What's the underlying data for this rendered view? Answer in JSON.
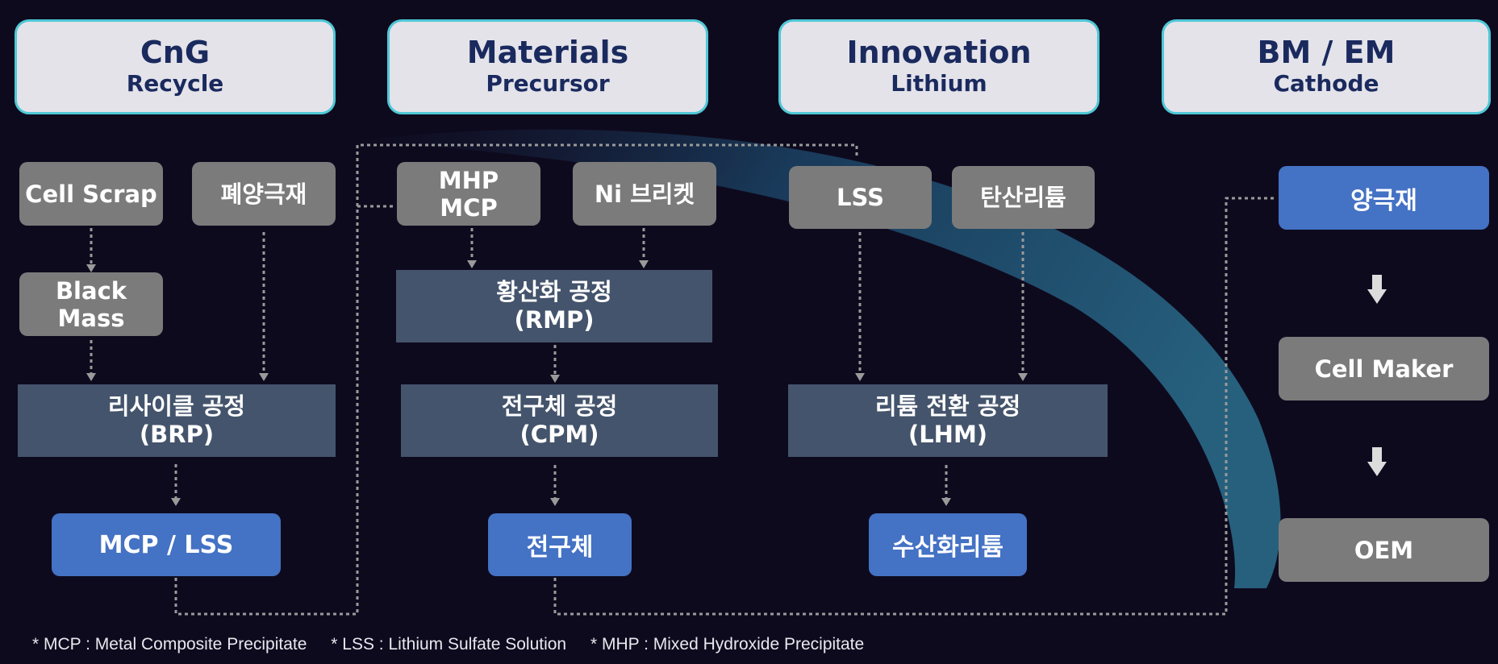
{
  "headers": [
    {
      "title": "CnG",
      "subtitle": "Recycle"
    },
    {
      "title": "Materials",
      "subtitle": "Precursor"
    },
    {
      "title": "Innovation",
      "subtitle": "Lithium"
    },
    {
      "title": "BM / EM",
      "subtitle": "Cathode"
    }
  ],
  "recycle": {
    "cell_scrap": "Cell Scrap",
    "waste_electrode": "폐양극재",
    "black_mass": "Black Mass",
    "process_line1": "리사이클 공정",
    "process_line2": "(BRP)",
    "output": "MCP / LSS"
  },
  "precursor": {
    "input1_line1": "MHP",
    "input1_line2": "MCP",
    "input2": "Ni 브리켓",
    "process1_line1": "황산화 공정",
    "process1_line2": "(RMP)",
    "process2_line1": "전구체 공정",
    "process2_line2": "(CPM)",
    "output": "전구체"
  },
  "lithium": {
    "input1": "LSS",
    "input2": "탄산리튬",
    "process_line1": "리튬 전환 공정",
    "process_line2": "(LHM)",
    "output": "수산화리튬"
  },
  "cathode": {
    "cathode_material": "양극재",
    "cell_maker": "Cell Maker",
    "oem": "OEM"
  },
  "footnotes": [
    "* MCP : Metal Composite Precipitate",
    "* LSS : Lithium Sulfate Solution",
    "* MHP : Mixed Hydroxide Precipitate"
  ],
  "colors": {
    "background": "#0e0a1e",
    "header_fill": "#e4e3ea",
    "header_border": "#4fc8d6",
    "header_text": "#1a2a5e",
    "gray_box": "#7b7b7b",
    "process_box": "#44546c",
    "output_box": "#4472c4",
    "connector": "#9a9a9a"
  }
}
